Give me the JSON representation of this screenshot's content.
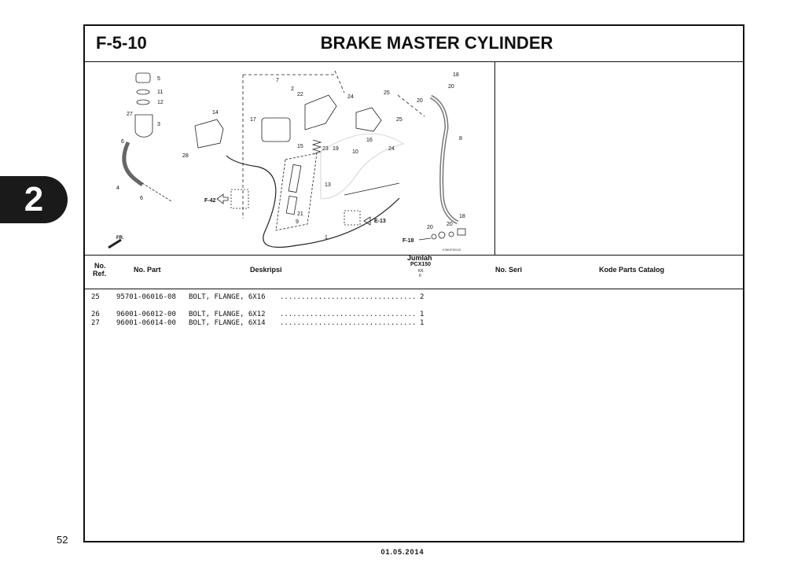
{
  "page": {
    "section_tab": "2",
    "page_number": "52",
    "footer_date": "01.05.2014"
  },
  "header": {
    "code": "F-5-10",
    "title": "BRAKE MASTER CYLINDER"
  },
  "diagram": {
    "callouts": [
      "5",
      "11",
      "12",
      "27",
      "3",
      "6",
      "4",
      "6",
      "14",
      "28",
      "7",
      "2",
      "22",
      "17",
      "15",
      "23",
      "19",
      "10",
      "13",
      "21",
      "9",
      "1",
      "24",
      "25",
      "25",
      "16",
      "24",
      "18",
      "20",
      "20",
      "8",
      "18",
      "20",
      "20"
    ],
    "ref_labels": {
      "f42": "F-42",
      "e13": "E-13",
      "f18": "F-18",
      "fr": "FR.",
      "code": "K36HF50110"
    }
  },
  "table": {
    "headers": {
      "no_ref": "No.\nRef.",
      "no_ref_line1": "No.",
      "no_ref_line2": "Ref.",
      "no_part": "No. Part",
      "deskripsi": "Deskripsi",
      "jumlah": "Jumlah",
      "model": "PCX150",
      "model_sub1": "KK",
      "model_sub2": "II",
      "no_seri": "No. Seri",
      "kode": "Kode Parts Catalog"
    },
    "rows": [
      {
        "ref": "25",
        "part": "95701-06016-08",
        "desc": "BOLT, FLANGE, 6X16",
        "qty": "2"
      },
      {
        "ref": "26",
        "part": "96001-06012-00",
        "desc": "BOLT, FLANGE, 6X12",
        "qty": "1"
      },
      {
        "ref": "27",
        "part": "96001-06014-00",
        "desc": "BOLT, FLANGE, 6X14",
        "qty": "1"
      }
    ]
  }
}
